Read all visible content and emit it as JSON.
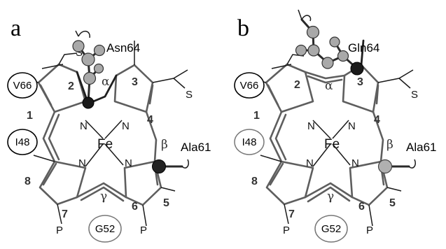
{
  "panels": [
    {
      "label": "a",
      "heme": {
        "center_atom": "Fe",
        "nitrogen": "N",
        "positions": [
          "1",
          "2",
          "3",
          "4",
          "5",
          "6",
          "7",
          "8"
        ],
        "meso": {
          "alpha": "α",
          "beta": "β",
          "gamma": "γ"
        },
        "substituents": {
          "propionate_7": "P",
          "propionate_6": "P",
          "thioether_4": "S",
          "thioether_2": "S"
        }
      },
      "residues": {
        "top": "Asn64",
        "right": "Ala61",
        "circled": [
          "V66",
          "I48",
          "G52"
        ]
      }
    },
    {
      "label": "b",
      "heme": {
        "center_atom": "Fe",
        "nitrogen": "N",
        "positions": [
          "1",
          "2",
          "3",
          "4",
          "5",
          "6",
          "7",
          "8"
        ],
        "meso": {
          "alpha": "α",
          "beta": "β",
          "gamma": "γ"
        },
        "substituents": {
          "propionate_7": "P",
          "propionate_6": "P",
          "thioether_4": "S"
        }
      },
      "residues": {
        "top": "Gln64",
        "right": "Ala61",
        "circled": [
          "V66",
          "I48",
          "G52"
        ]
      }
    }
  ]
}
